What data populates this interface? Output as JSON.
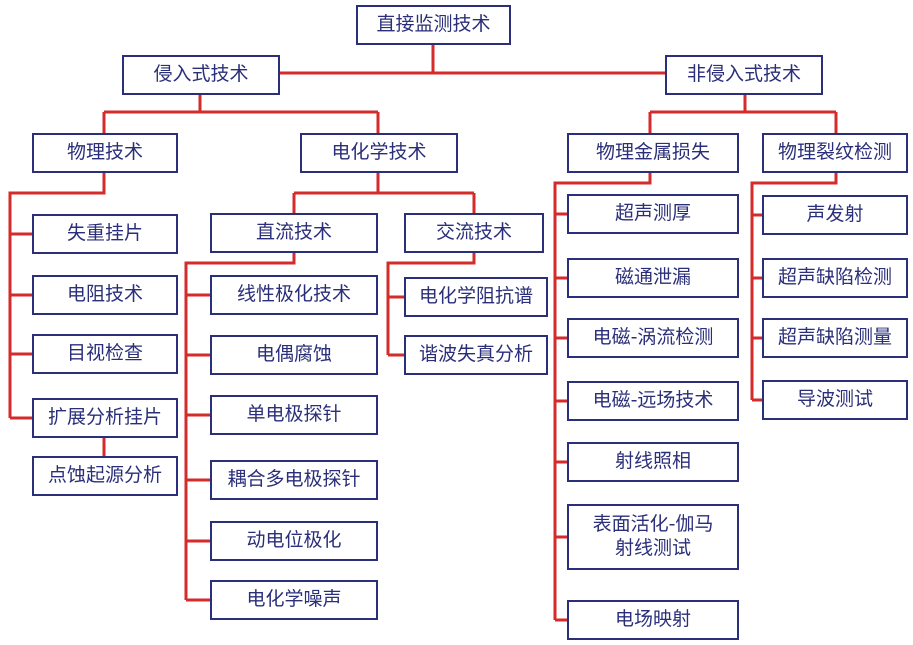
{
  "nodes": {
    "root": "直接监测技术",
    "invasive": "侵入式技术",
    "noninvasive": "非侵入式技术",
    "physical": "物理技术",
    "electrochem": "电化学技术",
    "metal_loss": "物理金属损失",
    "crack_detect": "物理裂纹检测",
    "weight_loss_coupon": "失重挂片",
    "resistance": "电阻技术",
    "visual": "目视检查",
    "ext_analysis_coupon": "扩展分析挂片",
    "pitting_origin": "点蚀起源分析",
    "dc": "直流技术",
    "ac": "交流技术",
    "lpr": "线性极化技术",
    "galvanic": "电偶腐蚀",
    "single_probe": "单电极探针",
    "coupled_probe": "耦合多电极探针",
    "potentiodynamic": "动电位极化",
    "ec_noise": "电化学噪声",
    "eis": "电化学阻抗谱",
    "harmonic": "谐波失真分析",
    "ut_thickness": "超声测厚",
    "mfl": "磁通泄漏",
    "eddy": "电磁-涡流检测",
    "remote_field": "电磁-远场技术",
    "radiography": "射线照相",
    "gamma": "表面活化-伽马\n射线测试",
    "field_mapping": "电场映射",
    "acoustic_emission": "声发射",
    "ut_flaw_detect": "超声缺陷检测",
    "ut_flaw_measure": "超声缺陷测量",
    "guided_wave": "导波测试"
  },
  "colors": {
    "box_border": "#2b2f7a",
    "box_text": "#2b2f7a",
    "connector": "#d42b2b"
  }
}
